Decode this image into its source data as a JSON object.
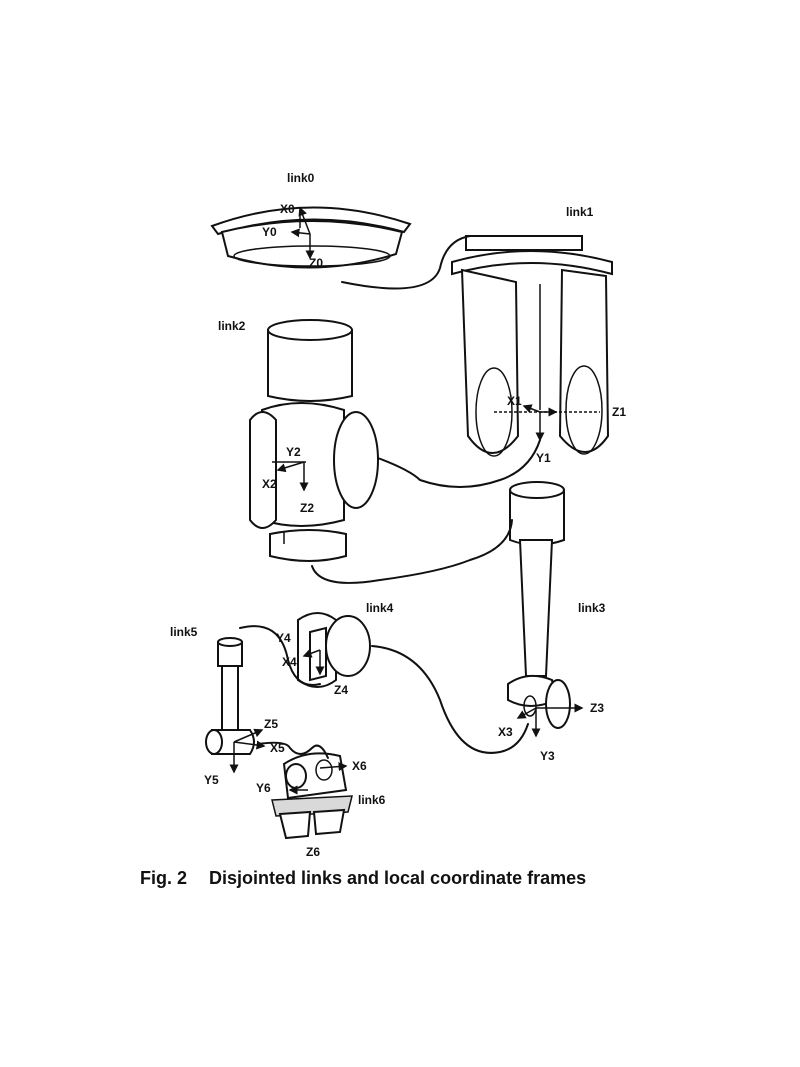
{
  "figure": {
    "caption_number": "Fig. 2",
    "caption_text": "Disjointed links and local coordinate frames"
  },
  "labels": {
    "link0": "link0",
    "link1": "link1",
    "link2": "link2",
    "link3": "link3",
    "link4": "link4",
    "link5": "link5",
    "link6": "link6",
    "X0": "X0",
    "Y0": "Y0",
    "Z0": "Z0",
    "X1": "X1",
    "Y1": "Y1",
    "Z1": "Z1",
    "X2": "X2",
    "Y2": "Y2",
    "Z2": "Z2",
    "X3": "X3",
    "Y3": "Y3",
    "Z3": "Z3",
    "X4": "X4",
    "Y4": "Y4",
    "Z4": "Z4",
    "X5": "X5",
    "Y5": "Y5",
    "Z5": "Z5",
    "X6": "X6",
    "Y6": "Y6",
    "Z6": "Z6"
  }
}
